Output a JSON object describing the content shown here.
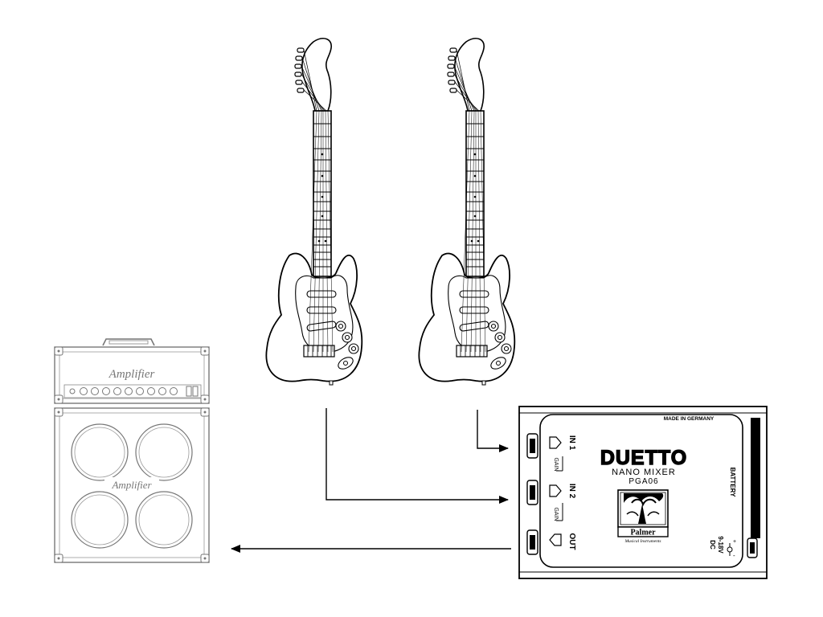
{
  "amplifier": {
    "head_logo": "Amplifier",
    "cabinet_logo": "Amplifier"
  },
  "mixer": {
    "made_in": "MADE IN GERMANY",
    "title": "DUETTO",
    "subtitle": "NANO MIXER",
    "model": "PGA06",
    "in1": "IN 1",
    "in2": "IN 2",
    "out": "OUT",
    "gain1": "GAIN",
    "gain2": "GAIN",
    "battery": "BATTERY",
    "power_v": "9-18V",
    "power_dc": "DC",
    "brand": "Palmer",
    "brand_tagline": "Musical Instruments"
  },
  "icons": {
    "guitar": "electric-guitar-icon",
    "amp": "guitar-amplifier-icon",
    "jack": "jack-socket-icon",
    "arrow": "arrow-icon"
  }
}
